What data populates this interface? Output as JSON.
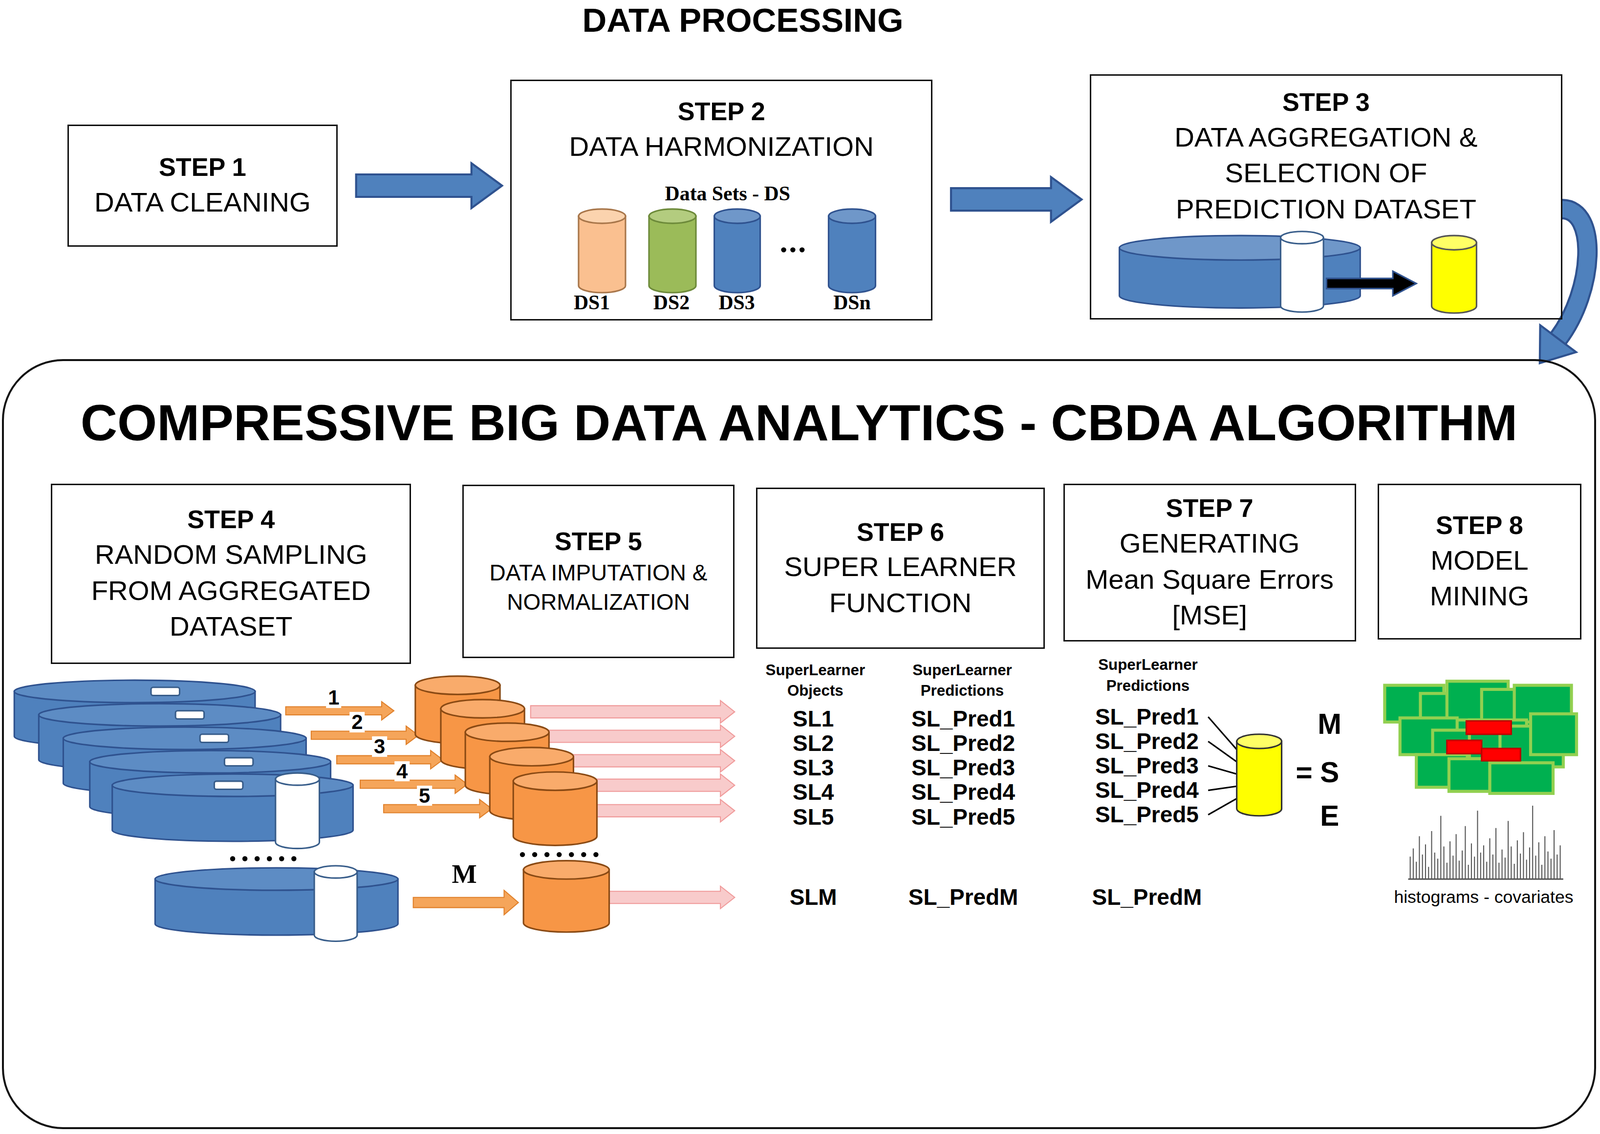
{
  "diagram": {
    "title": "DATA PROCESSING",
    "nodes": [
      {
        "text": [
          "STEP 1",
          "DATA CLEANING"
        ]
      },
      {
        "text": [
          "STEP 2",
          "DATA HARMONIZATION"
        ]
      },
      {
        "text": [
          "STEP 3",
          "DATA AGGREGATION & SELECTION OF PREDICTION DATASET"
        ]
      },
      {
        "text": [
          "COMPRESSIVE BIG DATA ANALYTICS - CBDA ALGORITHM"
        ]
      },
      {
        "text": [
          "STEP 4",
          "RANDOM SAMPLING FROM AGGREGATED DATASET"
        ],
        "in": 3
      },
      {
        "text": [
          "STEP 5",
          "DATA IMPUTATION & NORMALIZATION"
        ],
        "in": 3
      },
      {
        "text": [
          "STEP 6",
          "SUPER LEARNER FUNCTION"
        ],
        "in": 3
      },
      {
        "text": [
          "STEP 7",
          "GENERATING Mean Square Errors [MSE]"
        ],
        "in": 3
      },
      {
        "text": [
          "STEP 8",
          "MODEL MINING"
        ],
        "in": 3
      }
    ],
    "edges": [
      {
        "from": 0,
        "to": 1,
        "arrow": "to"
      },
      {
        "from": 1,
        "to": 2,
        "arrow": "to"
      },
      {
        "from": 2,
        "to": 3,
        "arrow": "to"
      }
    ],
    "labels": [
      "Data Sets - DS",
      "DS1",
      "DS2",
      "DS3",
      "DSn",
      "1",
      "2",
      "3",
      "4",
      "5",
      "M",
      "SuperLearner Objects",
      "SuperLearner Predictions",
      "SL1",
      "SL2",
      "SL3",
      "SL4",
      "SL5",
      "SLM",
      "SL_Pred1",
      "SL_Pred2",
      "SL_Pred3",
      "SL_Pred4",
      "SL_Pred5",
      "SL_PredM",
      "SuperLearner Predictions",
      "SL_Pred1",
      "SL_Pred2",
      "SL_Pred3",
      "SL_Pred4",
      "SL_Pred5",
      "SL_PredM",
      "M",
      "=",
      "S",
      "E",
      "histograms - covariates"
    ]
  }
}
